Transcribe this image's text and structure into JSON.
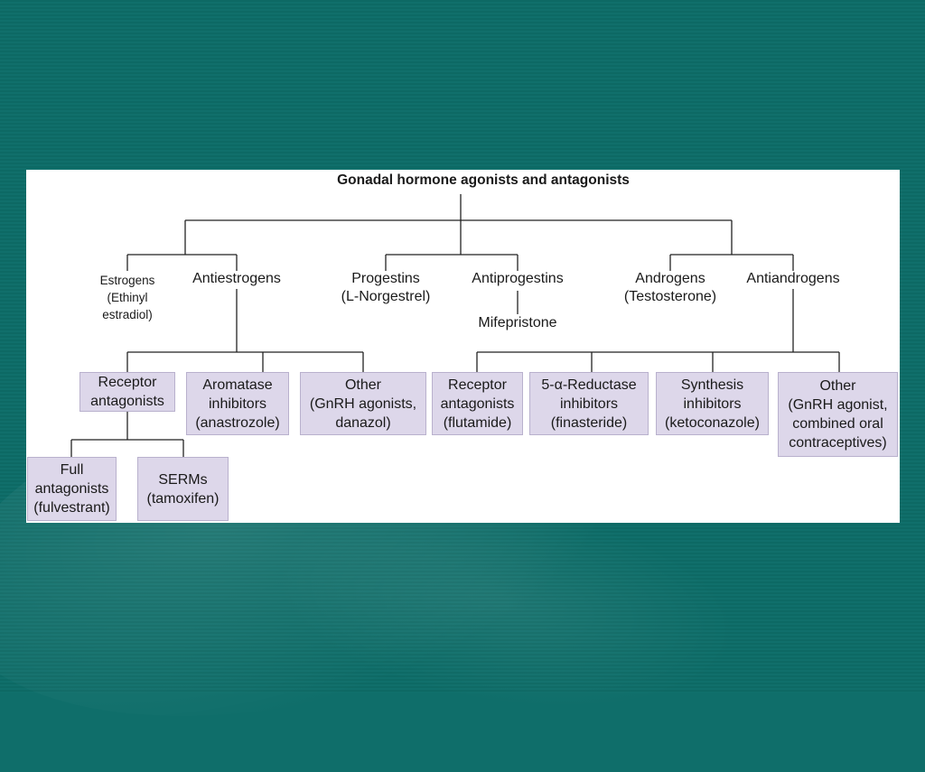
{
  "title": "Gonadal hormone agonists and antagonists",
  "level1": {
    "estrogens": [
      "Estrogens",
      "(Ethinyl",
      "estradiol)"
    ],
    "antiestrogens": "Antiestrogens",
    "progestins": [
      "Progestins",
      "(L-Norgestrel)"
    ],
    "antiprogestins": "Antiprogestins",
    "mifepristone": "Mifepristone",
    "androgens": [
      "Androgens",
      "(Testosterone)"
    ],
    "antiandrogens": "Antiandrogens"
  },
  "antiestrogen_boxes": [
    [
      "Receptor",
      "antagonists"
    ],
    [
      "Aromatase",
      "inhibitors",
      "(anastrozole)"
    ],
    [
      "Other",
      "(GnRH agonists,",
      "danazol)"
    ]
  ],
  "receptor_antagonist_children": [
    [
      "Full",
      "antagonists",
      "(fulvestrant)"
    ],
    [
      "SERMs",
      "(tamoxifen)"
    ]
  ],
  "antiandrogen_boxes": [
    [
      "Receptor",
      "antagonists",
      "(flutamide)"
    ],
    [
      "5-α-Reductase",
      "inhibitors",
      "(finasteride)"
    ],
    [
      "Synthesis",
      "inhibitors",
      "(ketoconazole)"
    ],
    [
      "Other",
      "(GnRH agonist,",
      "combined oral",
      "contraceptives)"
    ]
  ],
  "colors": {
    "background": "#0f6e6a",
    "panel": "#ffffff",
    "box_fill": "#ddd7ea",
    "box_border": "#b9b1cd"
  }
}
